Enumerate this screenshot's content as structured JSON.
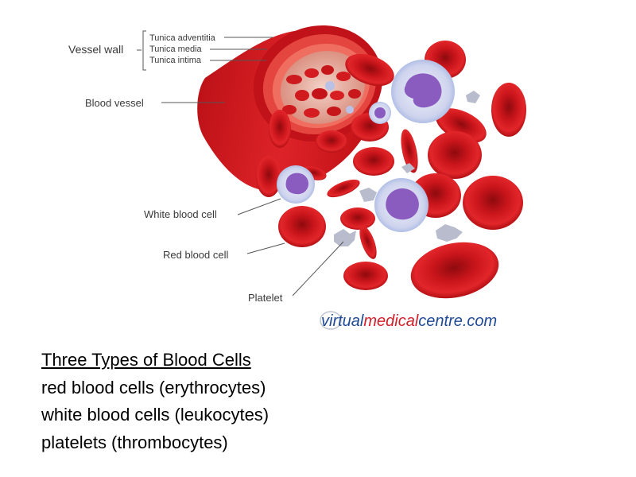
{
  "diagram": {
    "labels": {
      "vessel_wall": "Vessel wall",
      "tunica_adventitia": "Tunica adventitia",
      "tunica_media": "Tunica media",
      "tunica_intima": "Tunica intima",
      "blood_vessel": "Blood vessel",
      "white_blood_cell": "White blood cell",
      "red_blood_cell": "Red blood cell",
      "platelet": "Platelet"
    },
    "logo": {
      "part1": "virtual",
      "part2": "medical",
      "part3": "centre.com"
    },
    "colors": {
      "vessel": "#c8141c",
      "red_cell": "#d81a1e",
      "red_cell_center": "#a80d12",
      "white_cell": "#d9dcf0",
      "white_cell_nucleus": "#8a5cc0",
      "platelet": "#b8bccc",
      "logo_blue": "#1e4a96",
      "logo_red": "#d0202a"
    }
  },
  "caption": {
    "heading": "Three Types of Blood Cells",
    "lines": [
      "red blood cells (erythrocytes)",
      "white blood cells (leukocytes)",
      "platelets (thrombocytes)"
    ]
  }
}
